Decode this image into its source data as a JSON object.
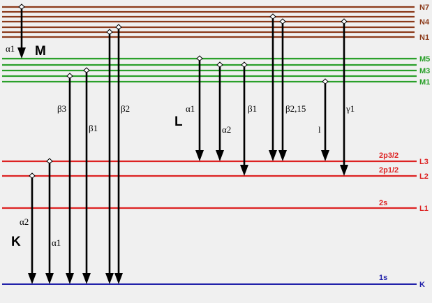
{
  "colors": {
    "N": "#8b3a1a",
    "M": "#2aa02a",
    "L": "#dd2222",
    "K": "#2222aa",
    "arrow": "#000000"
  },
  "levels": [
    {
      "id": "N7",
      "label": "N7",
      "shell": "N"
    },
    {
      "id": "N6",
      "label": "",
      "shell": "N"
    },
    {
      "id": "N5",
      "label": "",
      "shell": "N"
    },
    {
      "id": "N4",
      "label": "N4",
      "shell": "N"
    },
    {
      "id": "N3",
      "label": "",
      "shell": "N"
    },
    {
      "id": "N2",
      "label": "",
      "shell": "N"
    },
    {
      "id": "N1",
      "label": "N1",
      "shell": "N"
    },
    {
      "id": "M5",
      "label": "M5",
      "shell": "M"
    },
    {
      "id": "M4",
      "label": "",
      "shell": "M"
    },
    {
      "id": "M3",
      "label": "M3",
      "shell": "M"
    },
    {
      "id": "M2",
      "label": "",
      "shell": "M"
    },
    {
      "id": "M1",
      "label": "M1",
      "shell": "M"
    },
    {
      "id": "L3",
      "label": "L3",
      "shell": "L",
      "orbital": "2p3/2"
    },
    {
      "id": "L2",
      "label": "L2",
      "shell": "L",
      "orbital": "2p1/2"
    },
    {
      "id": "L1",
      "label": "L1",
      "shell": "L",
      "orbital": "2s"
    },
    {
      "id": "K",
      "label": "K",
      "shell": "K",
      "orbital": "1s"
    }
  ],
  "series_labels": {
    "M": "M",
    "L": "L",
    "K": "K"
  },
  "transitions": [
    {
      "series": "M",
      "name": "α1",
      "from": "N7",
      "to": "M5"
    },
    {
      "series": "K",
      "name": "α2",
      "from": "L2",
      "to": "K"
    },
    {
      "series": "K",
      "name": "α1",
      "from": "L3",
      "to": "K"
    },
    {
      "series": "K",
      "name": "β3",
      "from": "M2",
      "to": "K"
    },
    {
      "series": "K",
      "name": "β1",
      "from": "M3",
      "to": "K"
    },
    {
      "series": "K",
      "name": "β2",
      "from": "N2",
      "to": "K"
    },
    {
      "series": "K",
      "name": "",
      "from": "N3",
      "to": "K"
    },
    {
      "series": "L",
      "name": "α1",
      "from": "M5",
      "to": "L3"
    },
    {
      "series": "L",
      "name": "α2",
      "from": "M4",
      "to": "L3"
    },
    {
      "series": "L",
      "name": "β1",
      "from": "M4",
      "to": "L2"
    },
    {
      "series": "L",
      "name": "β2,15",
      "from": "N5",
      "to": "L3"
    },
    {
      "series": "L",
      "name": "",
      "from": "N4",
      "to": "L3"
    },
    {
      "series": "L",
      "name": "l",
      "from": "M1",
      "to": "L3"
    },
    {
      "series": "L",
      "name": "γ1",
      "from": "N4",
      "to": "L2"
    }
  ]
}
